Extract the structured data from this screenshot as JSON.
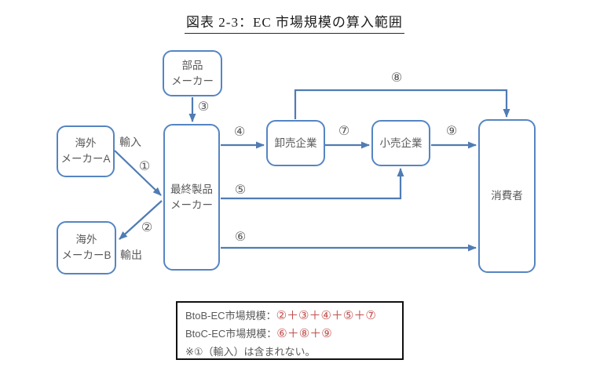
{
  "title": "図表 2-3：EC 市場規模の算入範囲",
  "colors": {
    "node_border": "#5585c2",
    "arrow": "#4f7cb3",
    "node_text": "#595959",
    "formula_red": "#c0504d",
    "title_text": "#1c1c1c",
    "legend_border": "#111111"
  },
  "nodes": {
    "parts": {
      "label": "部品\nメーカー"
    },
    "overseas_a": {
      "label": "海外\nメーカーA"
    },
    "overseas_b": {
      "label": "海外\nメーカーB"
    },
    "final": {
      "label": "最終製品\nメーカー"
    },
    "wholesale": {
      "label": "卸売企業"
    },
    "retail": {
      "label": "小売企業"
    },
    "consumer": {
      "label": "消費者"
    }
  },
  "flow_labels": {
    "f1": "①",
    "f2": "②",
    "f3": "③",
    "f4": "④",
    "f5": "⑤",
    "f6": "⑥",
    "f7": "⑦",
    "f8": "⑧",
    "f9": "⑨",
    "import": "輸入",
    "export": "輸出"
  },
  "legend": {
    "btob_label": "BtoB-EC市場規模：",
    "btob_formula": "②＋③＋④＋⑤＋⑦",
    "btoc_label": "BtoC-EC市場規模：",
    "btoc_formula": "⑥＋⑧＋⑨",
    "note": "※①（輸入）は含まれない。"
  }
}
